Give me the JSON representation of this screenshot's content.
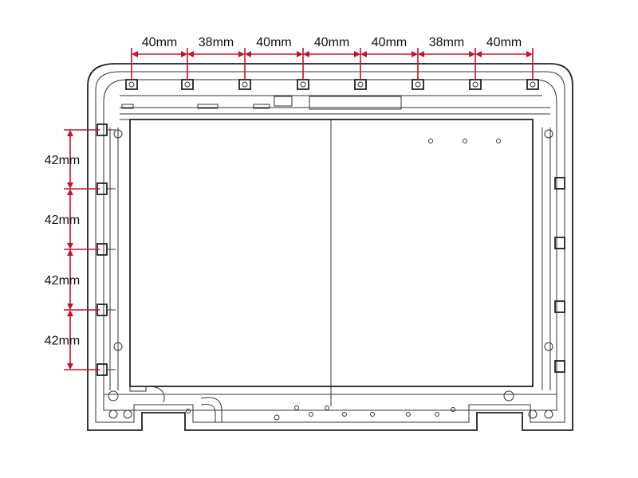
{
  "diagram": {
    "top_dimensions": [
      "40mm",
      "38mm",
      "40mm",
      "40mm",
      "40mm",
      "38mm",
      "40mm"
    ],
    "left_dimensions": [
      "42mm",
      "42mm",
      "42mm",
      "42mm"
    ],
    "colors": {
      "dimension": "#c8102e",
      "outline": "#222222",
      "background": "#ffffff"
    }
  }
}
